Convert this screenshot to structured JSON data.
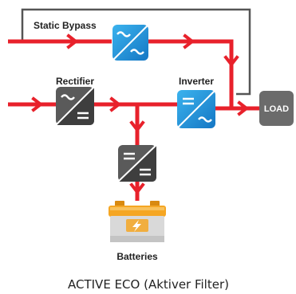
{
  "labels": {
    "static_bypass": "Static Bypass",
    "rectifier": "Rectifier",
    "inverter": "Inverter",
    "load": "LOAD",
    "batteries": "Batteries",
    "caption": "ACTIVE ECO (Aktiver Filter)"
  },
  "colors": {
    "power_flow": "#e8212b",
    "bypass_line": "#555555",
    "active_module_blue": "#1a8fd6",
    "active_module_light": "#3bb3ee",
    "inactive_module": "#5a5a5a",
    "inactive_module_dark": "#3e3e3e",
    "load_box": "#6b6b6b",
    "battery_top": "#f5a623",
    "battery_body": "#d9d9d9"
  },
  "icons": {
    "static_bypass_module": "ac-ac-icon",
    "rectifier_module": "ac-dc-icon",
    "inverter_module": "dc-ac-icon",
    "charger_module": "dc-dc-icon",
    "battery": "battery-icon",
    "lightning": "lightning-icon"
  }
}
